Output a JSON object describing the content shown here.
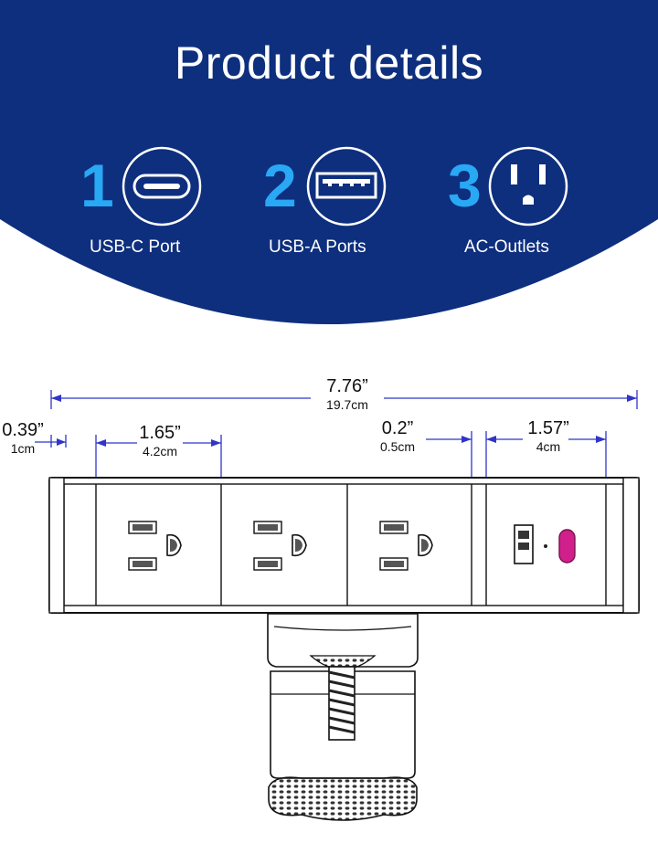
{
  "header": {
    "title": "Product details"
  },
  "features": [
    {
      "number": "1",
      "label": "USB-C Port",
      "icon": "usb-c-port-icon"
    },
    {
      "number": "2",
      "label": "USB-A Ports",
      "icon": "usb-a-port-icon"
    },
    {
      "number": "3",
      "label": "AC-Outlets",
      "icon": "ac-outlet-icon"
    }
  ],
  "dimensions": {
    "total_width": {
      "inch": "7.76”",
      "cm": "19.7cm"
    },
    "end_cap": {
      "inch": "0.39”",
      "cm": "1cm"
    },
    "outlet_module": {
      "inch": "1.65”",
      "cm": "4.2cm"
    },
    "divider": {
      "inch": "0.2”",
      "cm": "0.5cm"
    },
    "usb_module": {
      "inch": "1.57”",
      "cm": "4cm"
    }
  },
  "colors": {
    "banner": "#0e2f7e",
    "number_accent": "#29a8f4",
    "dimension_line": "#2f35c9",
    "usb_c_port": "#d0208c",
    "outline": "#111111"
  }
}
